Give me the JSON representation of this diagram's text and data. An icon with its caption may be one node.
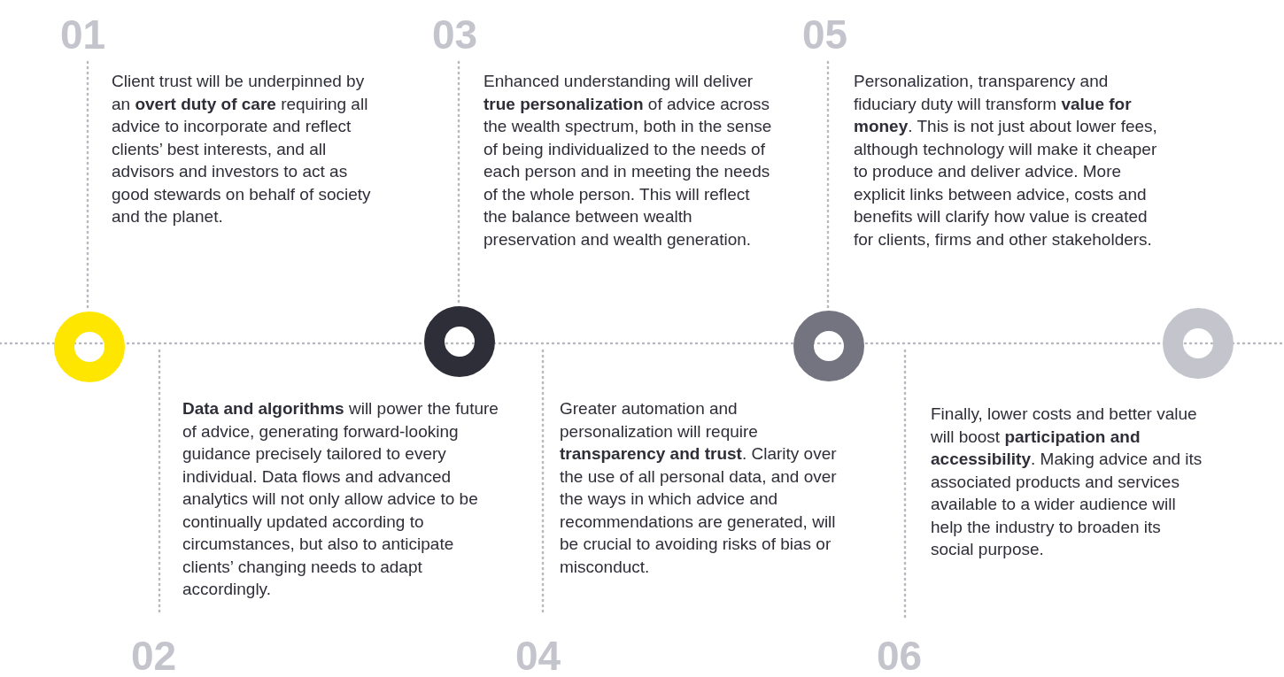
{
  "diagram": {
    "nodes": [
      {
        "text": [],
        "shape": "circle"
      },
      {
        "text": [],
        "shape": "circle"
      },
      {
        "text": [],
        "shape": "circle"
      },
      {
        "text": [],
        "shape": "circle"
      }
    ],
    "labels": [
      "01",
      "Client trust will be underpinned by an **overt duty of care** requiring all advice to incorporate and reflect clients’ best interests, and all advisors and investors to act as good stewards on behalf of society and the planet.",
      "03",
      "Enhanced understanding will deliver **true personalization** of advice across the wealth spectrum, both in the sense of being individualized to the needs of each person and in meeting the needs of the whole person. This will reflect the balance between wealth preservation and wealth generation.",
      "05",
      "Personalization, transparency and fiduciary duty will transform **value for money**. This is not just about lower fees, although technology will make it cheaper to produce and deliver advice. More explicit links between advice, costs and benefits will clarify how value is created for clients, firms and other stakeholders.",
      "**Data and algorithms** will power the future of advice, generating forward-looking guidance precisely tailored to every individual. Data flows and advanced analytics will not only allow advice to be continually updated according to circumstances, but also to anticipate clients’ changing needs to adapt accordingly.",
      "Greater automation and personalization will require **transparency and trust**. Clarity over the use of all personal data, and over the ways in which advice and recommendations are generated, will be crucial to avoiding risks of bias or misconduct.",
      "Finally, lower costs and better value will boost **participation and accessibility**. Making advice and its associated products and services available to a wider audience will help the industry to broaden its social purpose.",
      "02",
      "04",
      "06"
    ]
  }
}
